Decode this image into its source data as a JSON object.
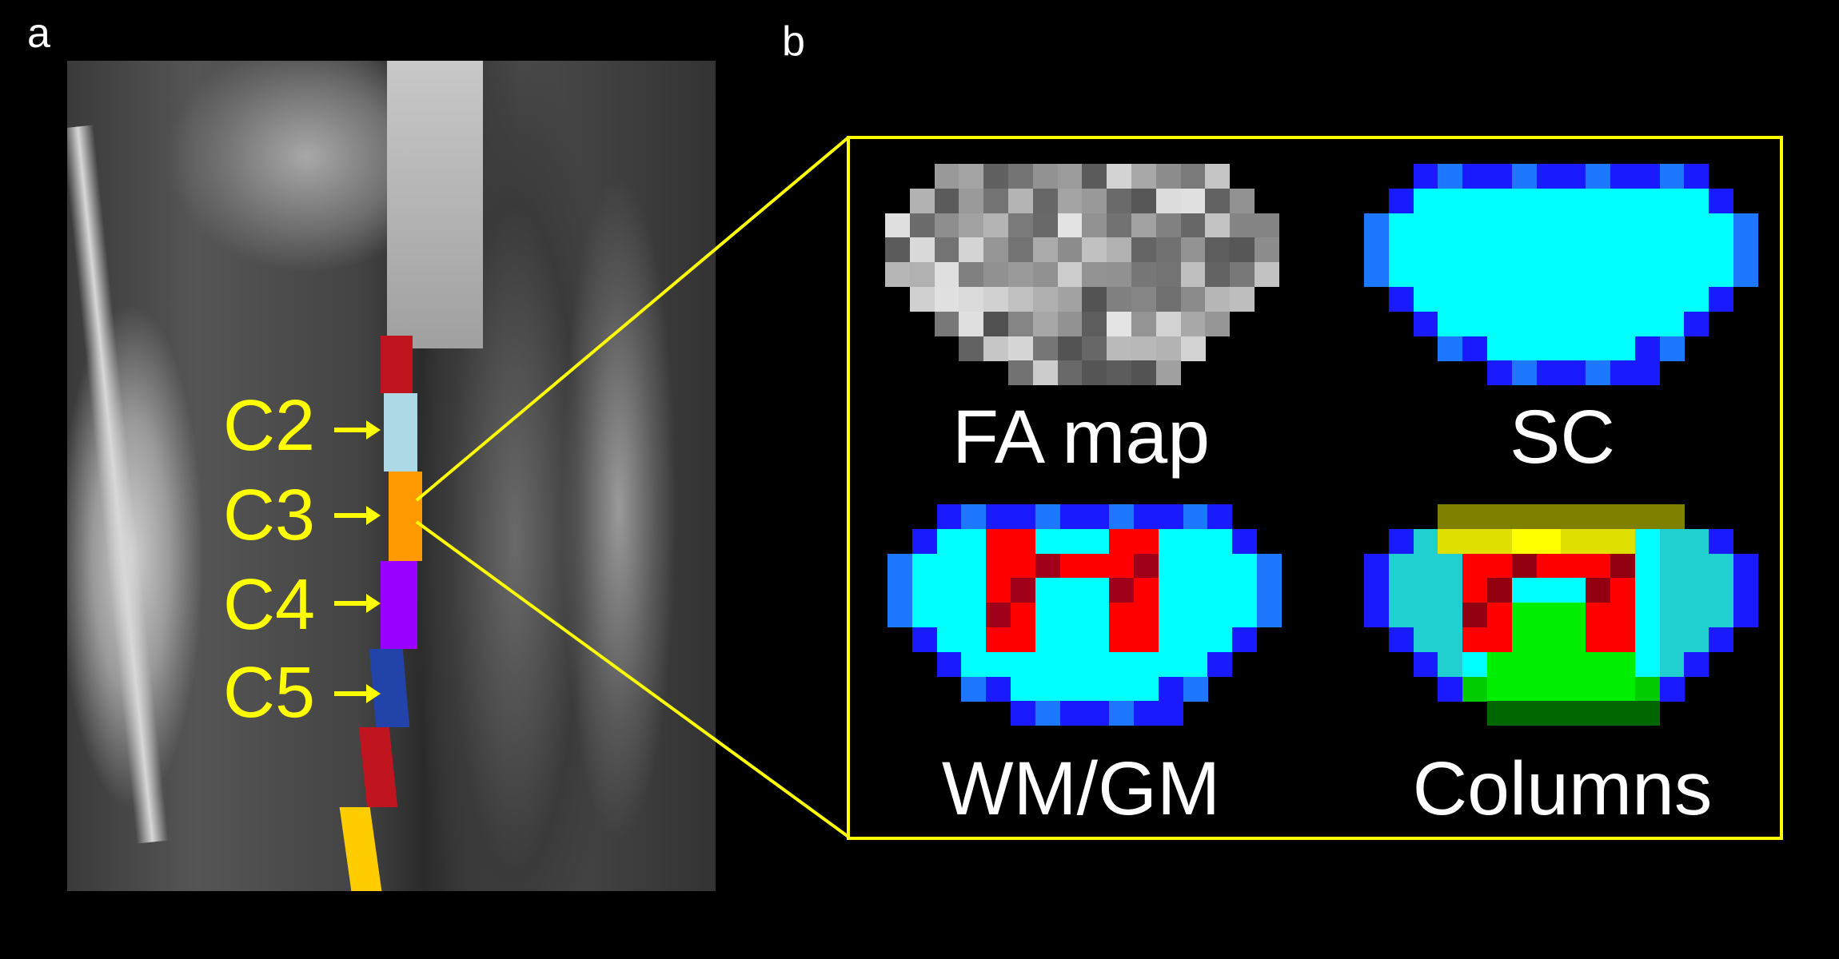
{
  "panels": {
    "a": "a",
    "b": "b"
  },
  "levels": [
    {
      "label": "C2",
      "color": "#add8e6"
    },
    {
      "label": "C3",
      "color": "#ff9900"
    },
    {
      "label": "C4",
      "color": "#9900ff"
    },
    {
      "label": "C5",
      "color": "#2244aa"
    }
  ],
  "segment_colors": [
    "#c0141e",
    "#add8e6",
    "#ff9900",
    "#9900ff",
    "#2244aa",
    "#c0141e",
    "#ffcc00"
  ],
  "accent": "#ffff00",
  "zoom_panels": [
    {
      "id": "fa",
      "label": "FA map"
    },
    {
      "id": "sc",
      "label": "SC"
    },
    {
      "id": "wm",
      "label": "WM/GM"
    },
    {
      "id": "col",
      "label": "Columns"
    }
  ]
}
